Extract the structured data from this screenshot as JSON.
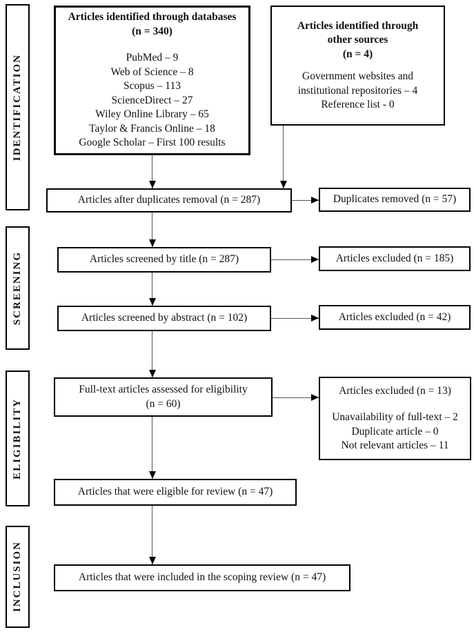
{
  "stages": {
    "identification": "IDENTIFICATION",
    "screening": "SCREENING",
    "eligibility": "ELIGIBILITY",
    "inclusion": "INCLUSION"
  },
  "boxes": {
    "databases": {
      "title": "Articles identified through databases",
      "count": "(n = 340)",
      "lines": [
        "PubMed – 9",
        "Web of Science – 8",
        "Scopus – 113",
        "ScienceDirect – 27",
        "Wiley Online Library – 65",
        "Taylor & Francis Online – 18",
        "Google Scholar – First 100 results"
      ]
    },
    "other_sources": {
      "title_line1": "Articles identified through",
      "title_line2": "other sources",
      "count": "(n = 4)",
      "lines": [
        "Government websites and",
        "institutional repositories – 4",
        "Reference list - 0"
      ]
    },
    "after_duplicates": "Articles after duplicates removal (n = 287)",
    "duplicates_removed": "Duplicates removed (n = 57)",
    "screened_title": "Articles screened by title (n = 287)",
    "excluded_title": "Articles excluded (n = 185)",
    "screened_abstract": "Articles screened by abstract (n = 102)",
    "excluded_abstract": "Articles excluded (n = 42)",
    "fulltext": {
      "line1": "Full-text articles assessed for eligibility",
      "line2": "(n = 60)"
    },
    "excluded_fulltext": {
      "title": "Articles excluded (n = 13)",
      "lines": [
        "Unavailability of full-text – 2",
        "Duplicate article – 0",
        "Not relevant articles – 11"
      ]
    },
    "eligible": "Articles that were eligible for review (n = 47)",
    "included": "Articles that were included in the scoping review (n = 47)"
  }
}
